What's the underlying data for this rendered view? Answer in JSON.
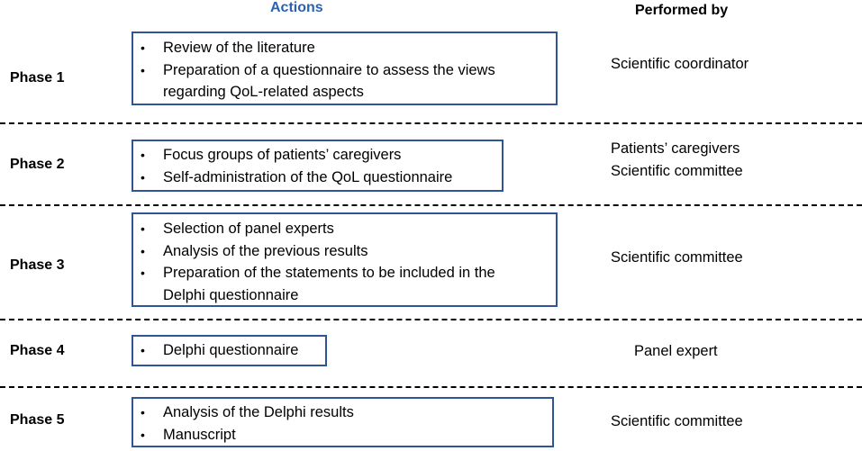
{
  "headers": {
    "actions": "Actions",
    "performed_by": "Performed by"
  },
  "colors": {
    "actions_header": "#2a62b3",
    "box_border": "#2f5597"
  },
  "phases": [
    {
      "label": "Phase 1",
      "actions": [
        "Review of the literature",
        "Preparation of a questionnaire to assess the views",
        "regarding QoL-related aspects"
      ],
      "performers": [
        "Scientific coordinator"
      ]
    },
    {
      "label": "Phase 2",
      "actions": [
        "Focus groups of patients’ caregivers",
        "Self-administration of the QoL questionnaire"
      ],
      "performers": [
        "Patients’ caregivers",
        "Scientific committee"
      ]
    },
    {
      "label": "Phase 3",
      "actions": [
        "Selection of panel experts",
        "Analysis of the previous results",
        "Preparation of the statements to be included in the",
        "Delphi questionnaire"
      ],
      "performers": [
        "Scientific committee"
      ]
    },
    {
      "label": "Phase 4",
      "actions": [
        "Delphi questionnaire"
      ],
      "performers": [
        "Panel expert"
      ]
    },
    {
      "label": "Phase 5",
      "actions": [
        "Analysis of the Delphi results",
        "Manuscript"
      ],
      "performers": [
        "Scientific committee"
      ]
    }
  ]
}
